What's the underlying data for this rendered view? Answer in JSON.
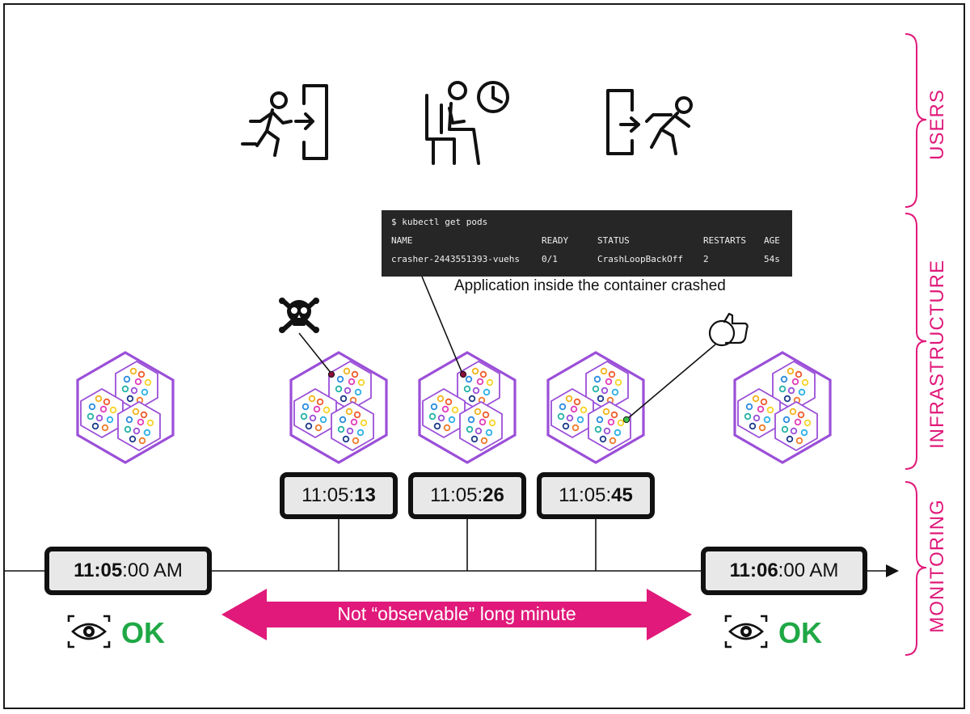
{
  "sections": {
    "users": "USERS",
    "infrastructure": "INFRASTRUCTURE",
    "monitoring": "MONITORING"
  },
  "user_icons": [
    "user-entering-door-icon",
    "user-waiting-seated-icon",
    "user-leaving-door-icon"
  ],
  "terminal": {
    "command": "$ kubectl get pods",
    "headers": [
      "NAME",
      "READY",
      "STATUS",
      "RESTARTS",
      "AGE"
    ],
    "row": [
      "crasher-2443551393-vuehs",
      "0/1",
      "CrashLoopBackOff",
      "2",
      "54s"
    ]
  },
  "caption": "Application inside the container crashed",
  "timeline": {
    "start": {
      "bold": "11:05",
      "rest": ":00 AM"
    },
    "end": {
      "bold": "11:06",
      "rest": ":00 AM"
    },
    "events": [
      {
        "prefix": "11:05:",
        "bold": "13"
      },
      {
        "prefix": "11:05:",
        "bold": "26"
      },
      {
        "prefix": "11:05:",
        "bold": "45"
      }
    ]
  },
  "gap_label": "Not “observable” long minute",
  "status": {
    "start": "OK",
    "end": "OK"
  },
  "event_icons": [
    "skull-crossbones-icon",
    "thumbs-up-icon"
  ],
  "colors": {
    "accent": "#e0197a",
    "ok": "#1fa845",
    "hexagon": "#9b4fd8",
    "terminal_bg": "#262626"
  }
}
